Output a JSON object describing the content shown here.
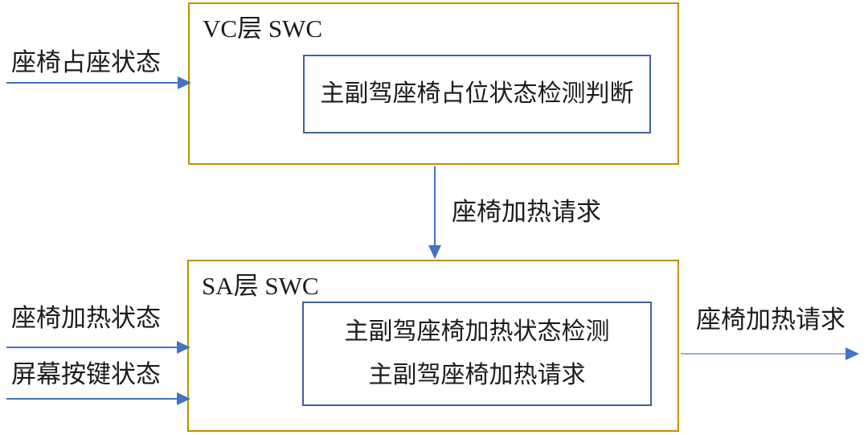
{
  "diagram": {
    "vc_box": {
      "title": "VC层 SWC",
      "process": "主副驾座椅占位状态检测判断"
    },
    "sa_box": {
      "title": "SA层 SWC",
      "process_lines": [
        "主副驾座椅加热状态检测",
        "主副驾座椅加热请求"
      ]
    },
    "signals": {
      "vc_input": "座椅占座状态",
      "vc_to_sa": "座椅加热请求",
      "sa_input_1": "座椅加热状态",
      "sa_input_2": "屏幕按键状态",
      "sa_output": "座椅加热请求"
    },
    "colors": {
      "box_border_gold": "#BF9000",
      "inner_box_border_blue": "#41619B",
      "arrow_blue": "#4472C4",
      "arrow_light_blue": "#9DAFD0",
      "text": "#1C1C1C"
    }
  }
}
